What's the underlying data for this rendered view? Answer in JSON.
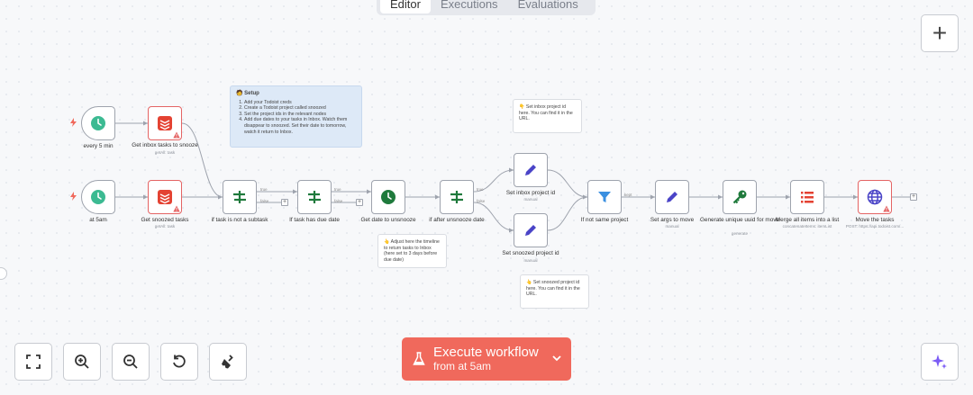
{
  "tabs": [
    {
      "label": "Editor",
      "active": true
    },
    {
      "label": "Executions",
      "active": false
    },
    {
      "label": "Evaluations",
      "active": false
    }
  ],
  "setup_note": {
    "title": "Setup",
    "steps": [
      "Add your Todoist creds",
      "Create a Todoist project called snoozed",
      "Set the project ids in the relevant nodes",
      "Add due dates to your tasks in Inbox. Watch them disappear to snoozed. Set their date to tomorrow, watch it return to Inbox."
    ]
  },
  "notes": {
    "inbox_id": "Set inbox project id here. You can find it in the URL.",
    "adjust_timeline": "Adjust here the timeline to return tasks to Inbox (here set to 3 days before due date)",
    "snoozed_id": "Set snoozed project id here. You can find it in the URL."
  },
  "nodes": {
    "every5": {
      "label": "every 5 min",
      "icon": "clock-icon"
    },
    "get_inbox": {
      "label": "Get inbox tasks to snooze",
      "sub": "getAll: task",
      "icon": "todoist-icon"
    },
    "at5": {
      "label": "at 5am",
      "icon": "clock-icon"
    },
    "get_snoozed": {
      "label": "Get snoozed tasks",
      "sub": "getAll: task",
      "icon": "todoist-icon"
    },
    "if_subtask": {
      "label": "if task is not a subtask",
      "icon": "if-icon"
    },
    "if_due": {
      "label": "If task has due date",
      "icon": "if-icon"
    },
    "get_date": {
      "label": "Get date to unsnooze",
      "icon": "clock-icon"
    },
    "if_after": {
      "label": "if after unsnooze date",
      "icon": "if-icon"
    },
    "set_inbox": {
      "label": "Set inbox project id",
      "sub": "manual",
      "icon": "pencil-icon"
    },
    "set_snoozed": {
      "label": "Set snoozed project id",
      "sub": "manual",
      "icon": "pencil-icon"
    },
    "if_not_project": {
      "label": "If not same project",
      "icon": "filter-icon"
    },
    "set_args": {
      "label": "Set args to move",
      "sub": "manual",
      "icon": "pencil-icon"
    },
    "gen_uuid": {
      "label": "Generate unique uuid for move",
      "sub": "generate",
      "icon": "key-icon"
    },
    "merge": {
      "label": "Merge all items into a list",
      "sub": "concatenateItems: itemList",
      "icon": "list-icon"
    },
    "move": {
      "label": "Move the tasks",
      "sub": "POST: https://api.todoist.com/...",
      "icon": "globe-icon"
    }
  },
  "ports": {
    "true": "true",
    "false": "false",
    "yes": "true",
    "no": "false",
    "kept": "kept"
  },
  "execute": {
    "label": "Execute workflow",
    "sub": "from at 5am"
  },
  "colors": {
    "accent": "#f0695c",
    "trigger": "#3cba92",
    "if_green": "#1f7a3c",
    "set_blue": "#4a44c7",
    "todoist_red": "#e44232",
    "filter_blue": "#3a8fe0",
    "error": "#e46464"
  }
}
